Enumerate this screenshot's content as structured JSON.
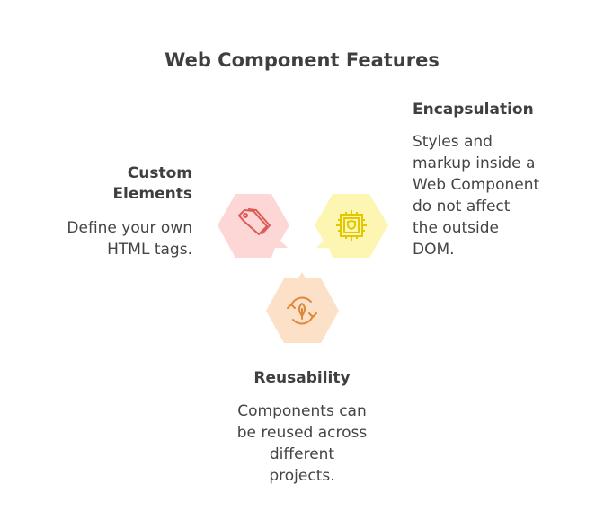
{
  "title": "Web Component Features",
  "features": [
    {
      "heading": "Custom Elements",
      "heading_lines": [
        "Custom",
        "Elements"
      ],
      "description_lines": [
        "Define your own",
        "HTML tags."
      ],
      "icon": "tag-icon",
      "fill": "#fdd6d6",
      "stroke": "#dc5b55"
    },
    {
      "heading": "Encapsulation",
      "description_lines": [
        "Styles and",
        "markup inside a",
        "Web Component",
        "do not affect",
        "the outside",
        "DOM."
      ],
      "icon": "chip-shield-icon",
      "fill": "#fdf6b2",
      "stroke": "#e3c800"
    },
    {
      "heading": "Reusability",
      "description_lines": [
        "Components can",
        "be reused across",
        "different",
        "projects."
      ],
      "icon": "recycle-leaf-icon",
      "fill": "#fde0c8",
      "stroke": "#e0883a"
    }
  ]
}
